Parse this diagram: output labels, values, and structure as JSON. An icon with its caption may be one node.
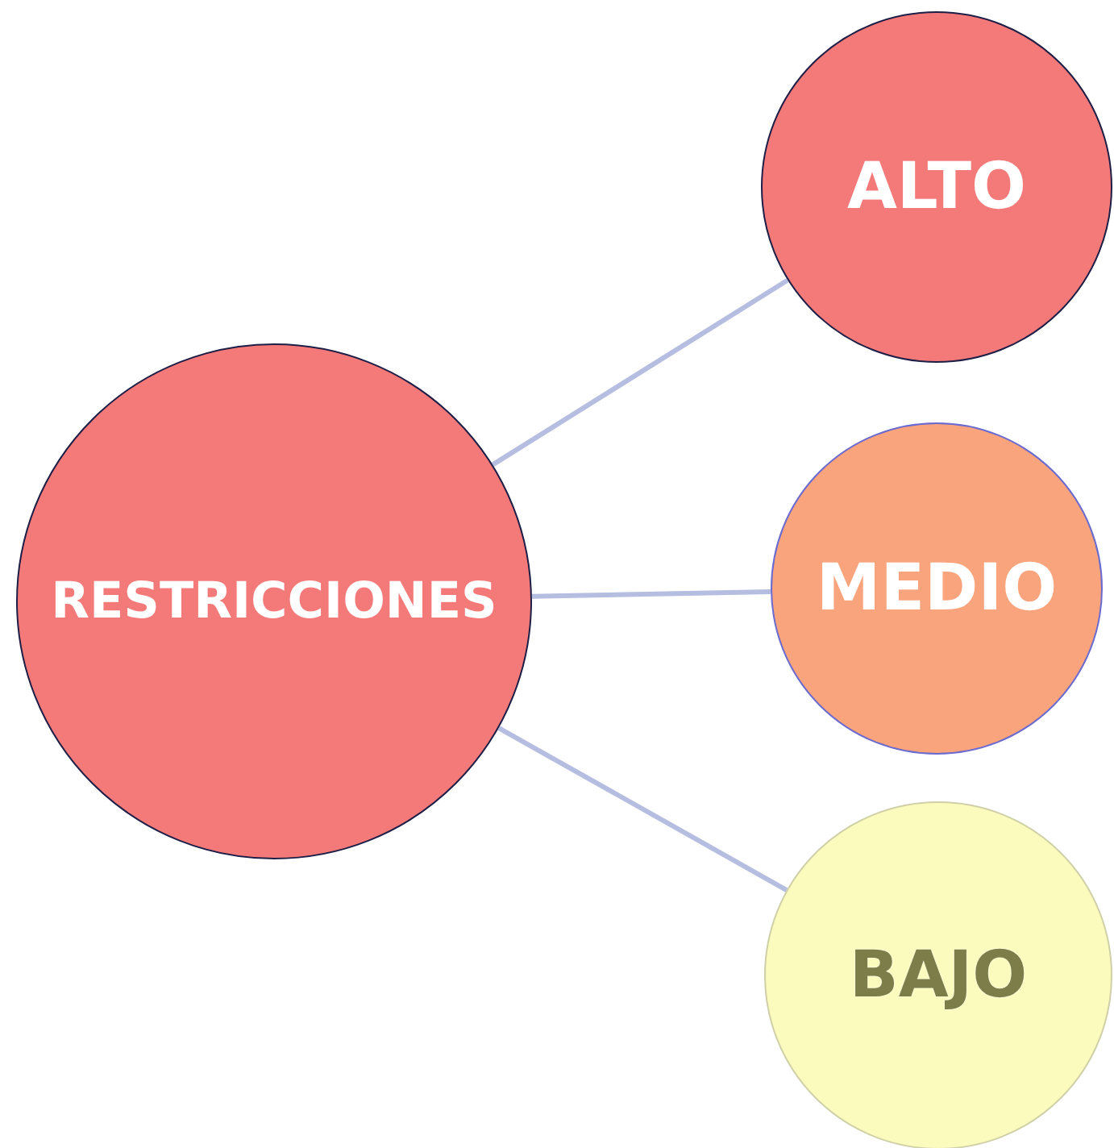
{
  "diagram": {
    "nodes": [
      {
        "text": [
          "RESTRICCIONES"
        ]
      },
      {
        "text": [
          "ALTO"
        ]
      },
      {
        "text": [
          "MEDIO"
        ]
      },
      {
        "text": [
          "BAJO"
        ]
      }
    ],
    "edges": [
      {
        "from": 0,
        "to": 1,
        "arrow": "none"
      },
      {
        "from": 0,
        "to": 2,
        "arrow": "none"
      },
      {
        "from": 0,
        "to": 3,
        "arrow": "none"
      }
    ]
  }
}
